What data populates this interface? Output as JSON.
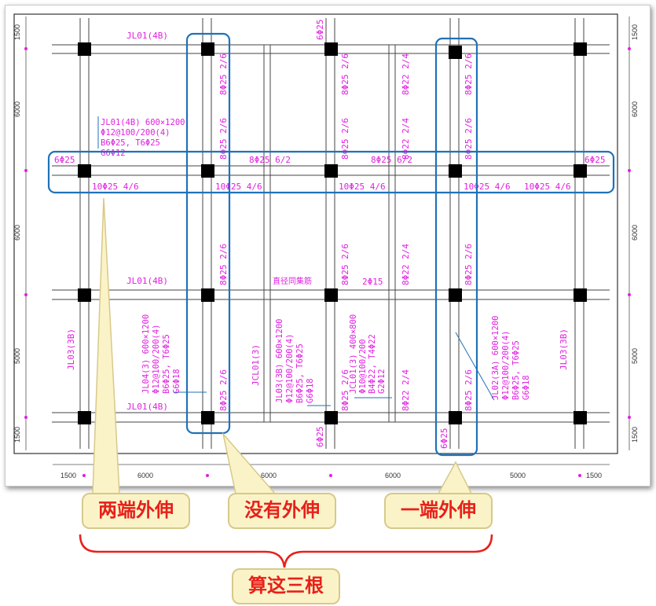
{
  "colors": {
    "annotation": "#e020e0",
    "highlight": "#1f72b8",
    "grid": "#555555",
    "column": "#000000",
    "callout_fill": "#fbf3c8",
    "callout_text": "#e8201a",
    "brace": "#e8201a"
  },
  "dimensions": {
    "left": [
      "1500",
      "6000",
      "6000",
      "5000",
      "1500"
    ],
    "right": [
      "1500",
      "6000",
      "6000",
      "5000",
      "1500"
    ],
    "bottom": [
      "1500",
      "6000",
      "6000",
      "6000",
      "5000",
      "1500"
    ]
  },
  "beam_labels": {
    "jl01_top": "JL01(4B)",
    "jl01_mid": "JL01(4B)",
    "jl01_bot": "JL01(4B)",
    "jl01_spec": [
      "JL01(4B) 600×1200",
      "Φ12@100/200(4)",
      "B6Φ25, T6Φ25",
      "G6Φ12"
    ],
    "jl03_left": "JL03(3B)",
    "jl03_right": "JL03(3B)",
    "jl04_spec": [
      "JL04(3) 600×1200",
      "Φ12@100/200(4)",
      "B6Φ25, T6Φ25",
      "G6Φ18"
    ],
    "jcl01": "JCL01(3)",
    "jl03_spec": [
      "JL03(3B) 600×1200",
      "Φ12@100/200(4)",
      "B6Φ25, T6Φ25",
      "G6Φ18"
    ],
    "jcl01_spec": [
      "JCL01(3) 400×800",
      "Φ10@100/200",
      "B4Φ22, T4Φ22",
      "G2Φ12"
    ],
    "jl02_spec": [
      "JL02(3A) 600×1200",
      "Φ12@100/200(4)",
      "B6Φ25, T6Φ25",
      "G6Φ18"
    ]
  },
  "rebar_labels": {
    "top_6d25_left": "6Φ25",
    "top_6d25_right": "6Φ25",
    "top_8d25_a": "8Φ25 6/2",
    "top_8d25_b": "8Φ25 6/2",
    "bot_10d25_a": "10Φ25 4/6",
    "bot_10d25_b": "10Φ25 4/6",
    "bot_10d25_c": "10Φ25 4/6",
    "bot_10d25_d": "10Φ25 4/6",
    "bot_10d25_e": "10Φ25 4/6",
    "v_8d25_26": "8Φ25 2/6",
    "v_8d22_24": "8Φ22 2/4",
    "v_6d25": "6Φ25",
    "two_d15": "2Φ15",
    "tree_root_bar": "直径同集筋"
  },
  "callouts": {
    "both_ends": "两端外伸",
    "no_ext": "没有外伸",
    "one_end": "一端外伸",
    "total": "算这三根"
  }
}
